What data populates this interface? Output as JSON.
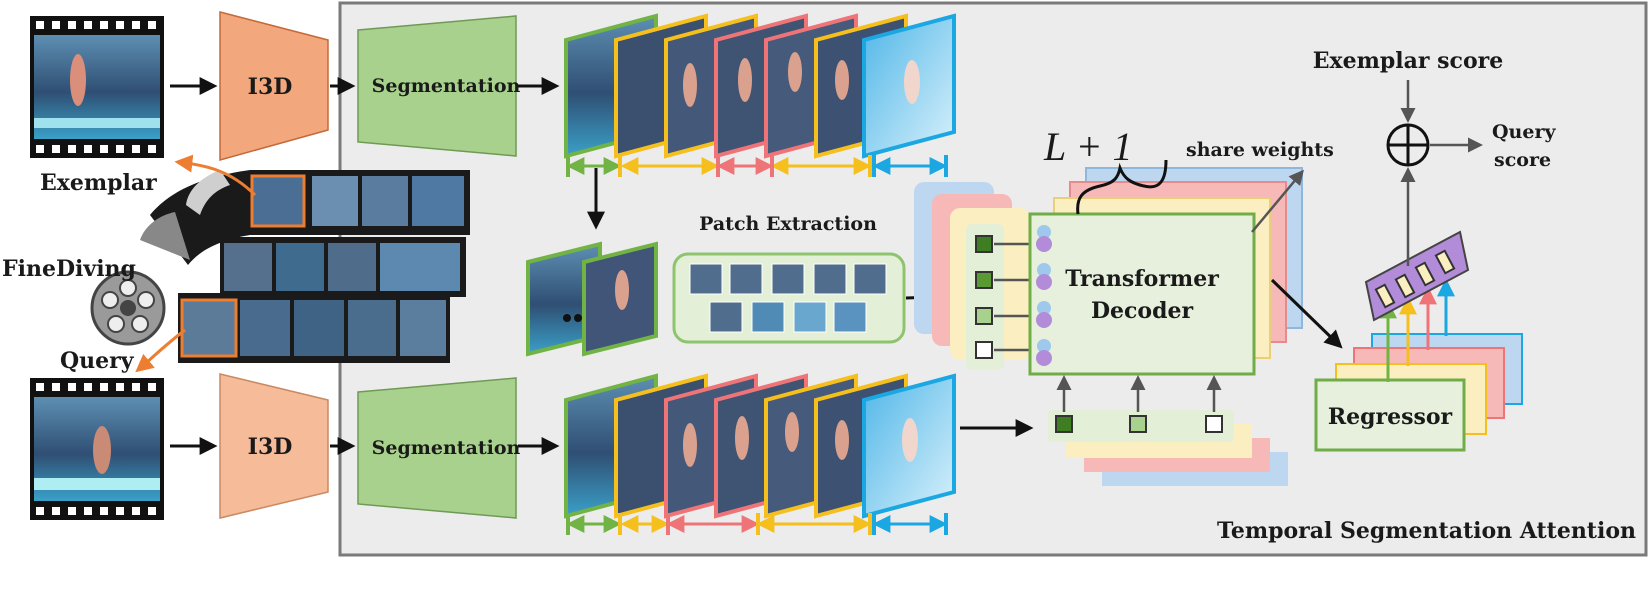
{
  "colors": {
    "panel_bg": "#ececec",
    "panel_border": "#7a7a7a",
    "i3d_top": "#f3a77d",
    "i3d_bottom": "#f6bb98",
    "segmentation": "#a9d18e",
    "green": "#72b345",
    "yellow": "#f5bf1d",
    "red": "#ef7477",
    "blue": "#1ba7e1",
    "light_blue": "#bcd7ef",
    "light_red": "#f7b8b8",
    "light_yellow": "#fbeec0",
    "light_green": "#e3efd7",
    "transformer_fill": "#e6f0dc",
    "transformer_border": "#70ad47",
    "orange_arrow": "#ed7d31",
    "purple": "#b28cd9"
  },
  "labels": {
    "exemplar": "Exemplar",
    "finediving": "FineDiving",
    "query": "Query",
    "i3d_top": "I3D",
    "i3d_bottom": "I3D",
    "segmentation_top": "Segmentation",
    "segmentation_bottom": "Segmentation",
    "patch_extraction": "Patch Extraction",
    "l_plus_one": "L + 1",
    "share_weights": "share weights",
    "transformer_line1": "Transformer",
    "transformer_line2": "Decoder",
    "exemplar_score": "Exemplar score",
    "query_score_line1": "Query",
    "query_score_line2": "score",
    "regressor": "Regressor",
    "panel_caption": "Temporal Segmentation Attention"
  },
  "icons": {
    "film": "film-strip-icon",
    "reel": "film-reel-icon",
    "sum": "circled-plus-icon"
  }
}
